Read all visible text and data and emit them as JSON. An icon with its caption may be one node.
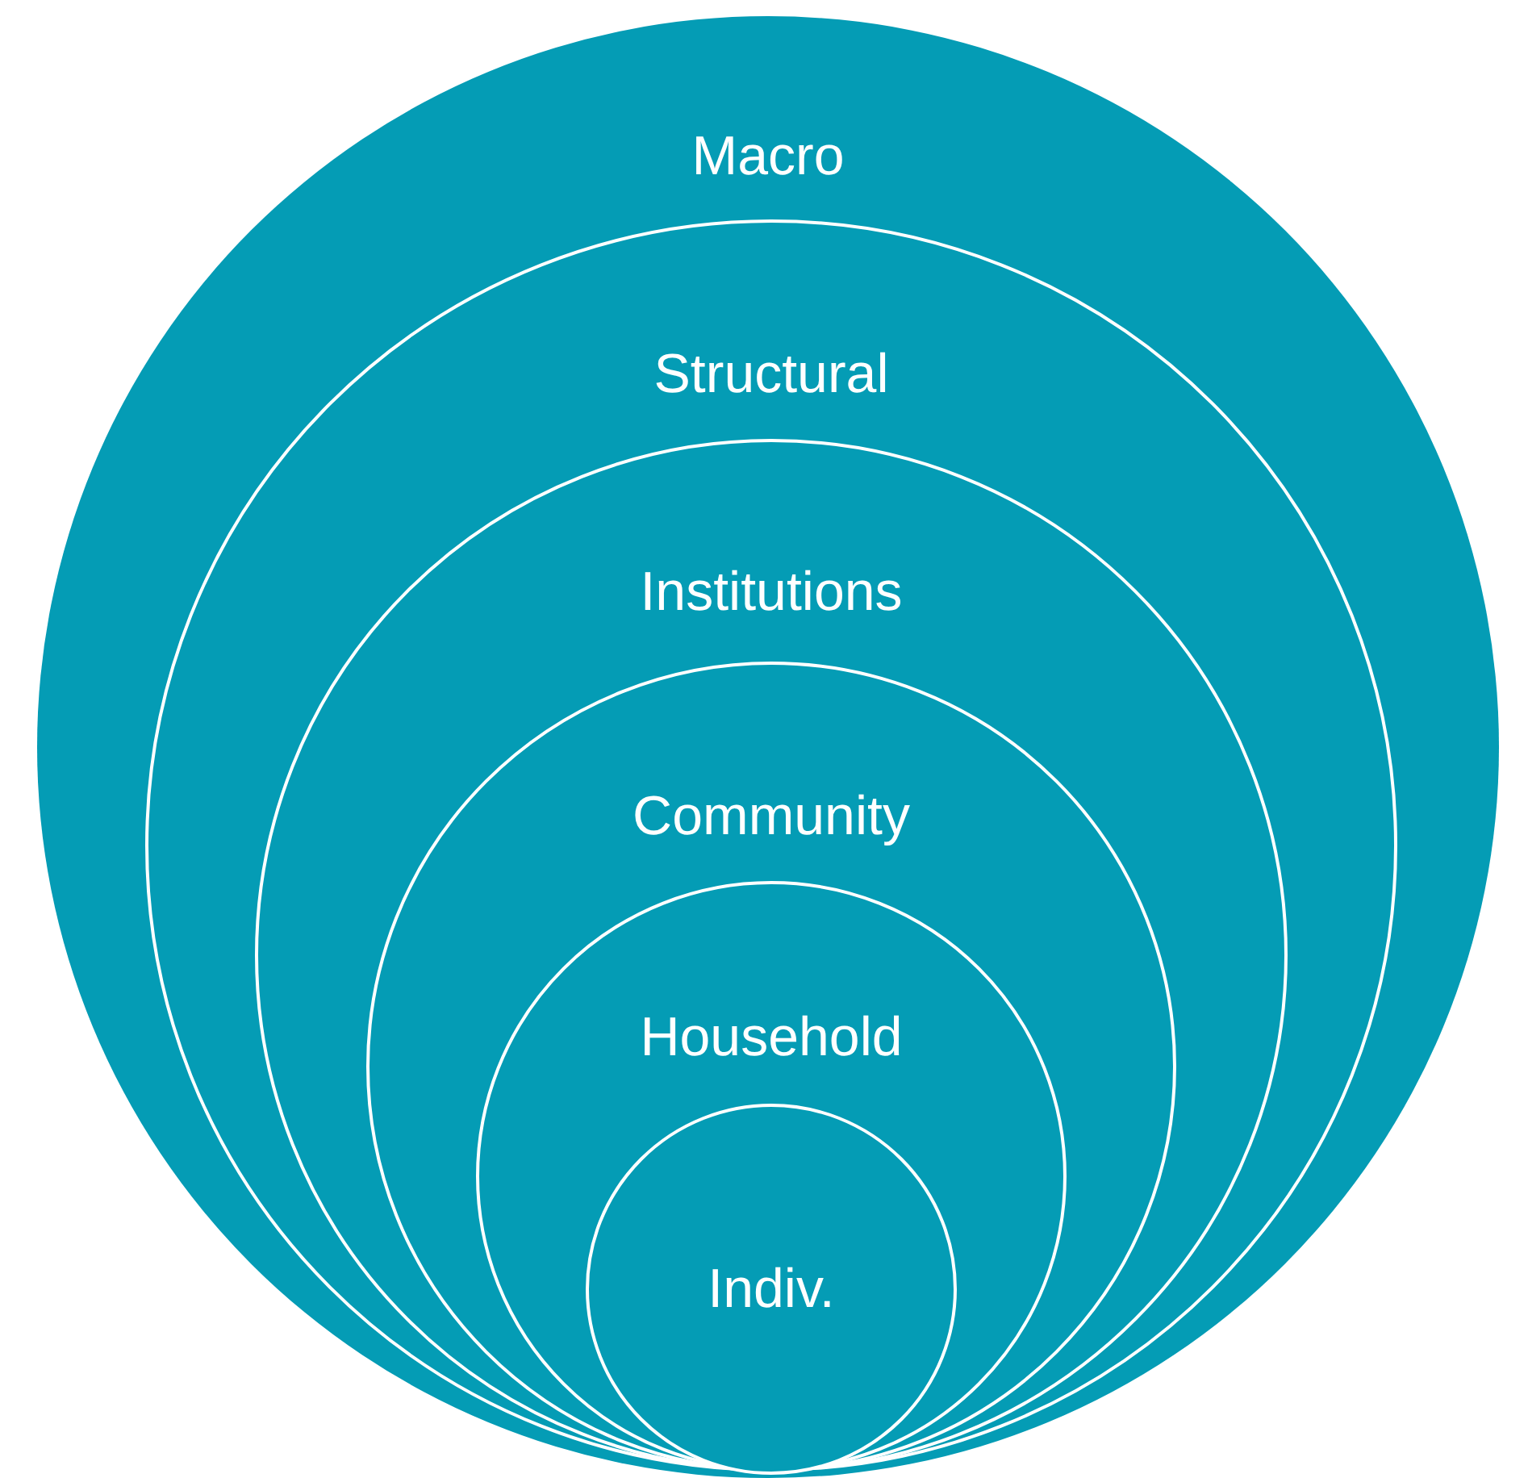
{
  "diagram": {
    "nodes": [
      {
        "text": [
          "Macro"
        ]
      },
      {
        "text": [
          "Structural"
        ],
        "in": 0
      },
      {
        "text": [
          "Institutions"
        ],
        "in": 1
      },
      {
        "text": [
          "Community"
        ],
        "in": 2
      },
      {
        "text": [
          "Household"
        ],
        "in": 3
      },
      {
        "text": [
          "Indiv."
        ],
        "in": 4
      }
    ]
  }
}
